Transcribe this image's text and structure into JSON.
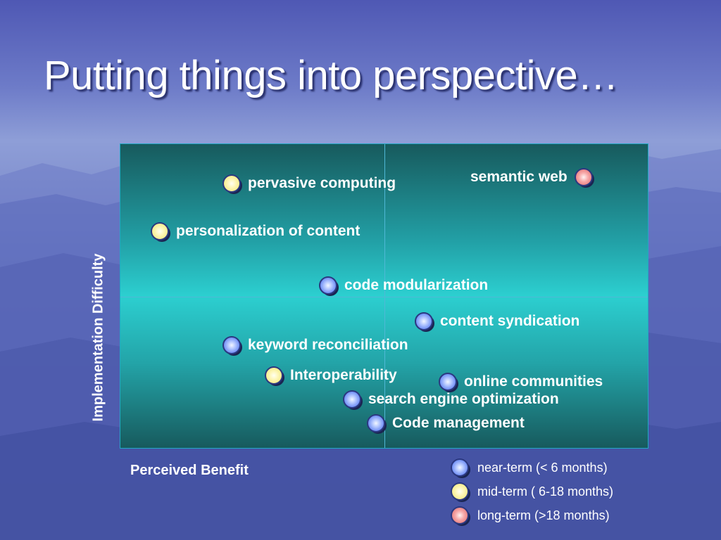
{
  "slide": {
    "title": "Putting things into perspective…"
  },
  "chart_data": {
    "type": "scatter",
    "title": "",
    "xlabel": "Perceived Benefit",
    "ylabel": "Implementation Difficulty",
    "grid": "quadrants",
    "items": [
      {
        "label": "pervasive computing",
        "term": "mid-term"
      },
      {
        "label": "semantic web",
        "term": "long-term"
      },
      {
        "label": "personalization of content",
        "term": "mid-term"
      },
      {
        "label": "code modularization",
        "term": "near-term"
      },
      {
        "label": "content syndication",
        "term": "near-term"
      },
      {
        "label": "keyword reconciliation",
        "term": "near-term"
      },
      {
        "label": "Interoperability",
        "term": "mid-term"
      },
      {
        "label": "online communities",
        "term": "near-term"
      },
      {
        "label": "search engine optimization",
        "term": "near-term"
      },
      {
        "label": "Code management",
        "term": "near-term"
      }
    ],
    "legend": [
      {
        "term": "near-term",
        "label": "near-term (< 6 months)",
        "color": "#6f8ef5"
      },
      {
        "term": "mid-term",
        "label": "mid-term ( 6-18 months)",
        "color": "#f1e66f"
      },
      {
        "term": "long-term",
        "label": "long-term (>18 months)",
        "color": "#e06767"
      }
    ],
    "legend_position": "bottom-right"
  },
  "colors": {
    "background": "#6474c0",
    "quadrant_fill": "#2ccfd0",
    "quadrant_dark": "#175a5d",
    "text": "#ffffff"
  }
}
